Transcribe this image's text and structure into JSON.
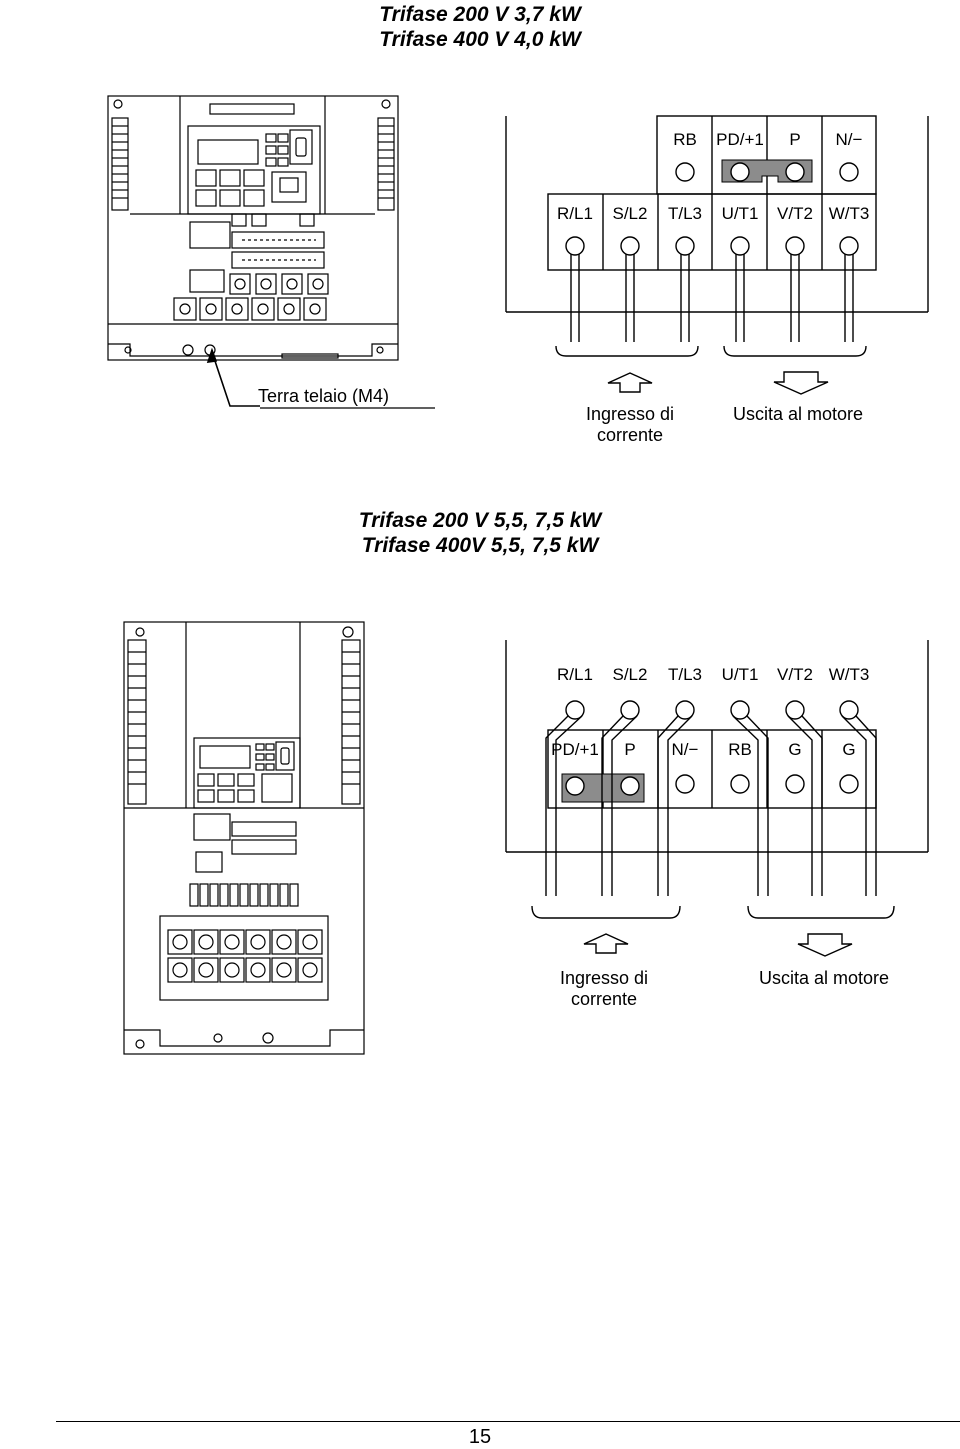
{
  "section1": {
    "title_line1": "Trifase 200 V 3,7 kW",
    "title_line2": "Trifase 400 V 4,0 kW",
    "terminals_top": [
      "RB",
      "PD/+1",
      "P",
      "N/−"
    ],
    "terminals_bottom": [
      "R/L1",
      "S/L2",
      "T/L3",
      "U/T1",
      "V/T2",
      "W/T3"
    ],
    "ground_label": "Terra telaio (M4)",
    "input_label_line1": "Ingresso di",
    "input_label_line2": "corrente",
    "output_label": "Uscita al motore",
    "arrow_up_icon": "arrow-up-icon",
    "arrow_down_icon": "arrow-down-icon"
  },
  "section2": {
    "title_line1": "Trifase 200 V 5,5, 7,5 kW",
    "title_line2": "Trifase 400V 5,5, 7,5 kW",
    "terminals_top": [
      "R/L1",
      "S/L2",
      "T/L3",
      "U/T1",
      "V/T2",
      "W/T3"
    ],
    "terminals_bottom": [
      "PD/+1",
      "P",
      "N/−",
      "RB",
      "G",
      "G"
    ],
    "input_label_line1": "Ingresso di",
    "input_label_line2": "corrente",
    "output_label": "Uscita al motore"
  },
  "footer": {
    "page_number": "15"
  },
  "colors": {
    "jumper": "#8c8c8c",
    "line": "#000000"
  }
}
